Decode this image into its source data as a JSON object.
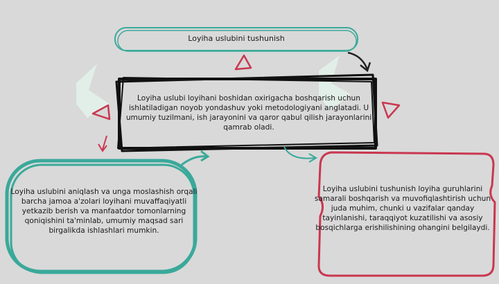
{
  "diagram": {
    "title_box": {
      "text": "Loyiha uslubini tushunish"
    },
    "center_box": {
      "text": "Loyiha uslubi loyihani boshidan oxirigacha boshqarish uchun ishlatiladigan noyob yondashuv yoki metodologiyani anglatadi. U umumiy tuzilmani, ish jarayonini va qaror qabul qilish jarayonlarini qamrab oladi."
    },
    "left_box": {
      "text": "Loyiha uslubini aniqlash va unga moslashish orqali barcha jamoa a'zolari loyihani muvaffaqiyatli yetkazib berish va manfaatdor tomonlarning qoniqishini ta'minlab, umumiy maqsad sari birgalikda ishlashlari mumkin."
    },
    "right_box": {
      "text": "Loyiha uslubini tushunish loyiha guruhlarini samarali boshqarish va muvofiqlashtirish uchun juda muhim, chunki u vazifalar qanday tayinlanishi, taraqqiyot kuzatilishi va asosiy bosqichlarga erishilishining ohangini belgilaydi."
    },
    "watermark_icon": "dollar-sign-logo-icon"
  },
  "colors": {
    "background": "#d9d9d9",
    "teal": "#3aa99a",
    "black": "#111111",
    "red": "#c9374f",
    "watermark": "#e8f4ee"
  }
}
